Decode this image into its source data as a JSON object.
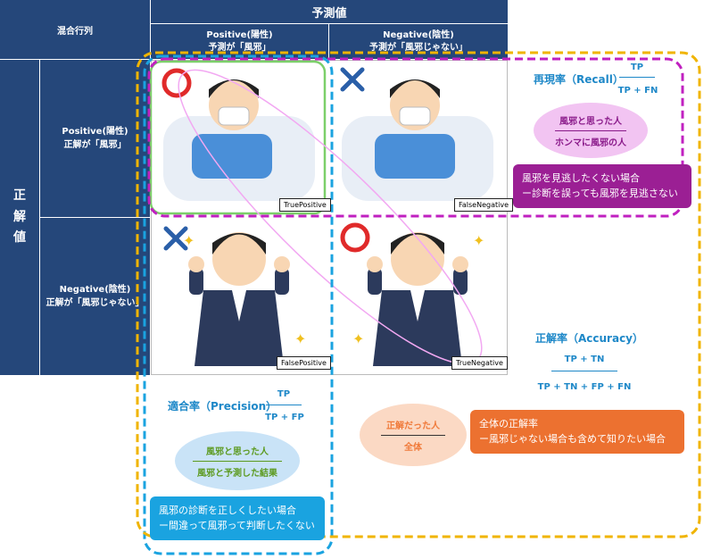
{
  "matrix": {
    "corner": "混合行列",
    "predicted_header": "予測値",
    "pred_positive": "Positive(陽性)",
    "pred_positive_sub": "予測が「風邪」",
    "pred_negative": "Negative(陰性)",
    "pred_negative_sub": "予測が「風邪じゃない」",
    "actual_header": "正\n解\n値",
    "actual_positive": "Positive(陽性)",
    "actual_positive_sub": "正解が「風邪」",
    "actual_negative": "Negative(陰性)",
    "actual_negative_sub": "正解が「風邪じゃない」",
    "cells": {
      "tp_label": "TruePositive",
      "fn_label": "FalseNegative",
      "fp_label": "FalsePositive",
      "tn_label": "TrueNegative"
    }
  },
  "recall": {
    "title": "再現率（Recall）",
    "num": "TP",
    "den": "TP + FN",
    "bubble_top": "風邪と思った人",
    "bubble_bottom": "ホンマに風邪の人",
    "note1": "風邪を見逃したくない場合",
    "note2": "ー診断を誤っても風邪を見逃さない"
  },
  "precision": {
    "title": "適合率（Precision）",
    "num": "TP",
    "den": "TP + FP",
    "bubble_top": "風邪と思った人",
    "bubble_bottom": "風邪と予測した結果",
    "note1": "風邪の診断を正しくしたい場合",
    "note2": "ー間違って風邪って判断したくない"
  },
  "accuracy": {
    "title": "正解率（Accuracy）",
    "num": "TP + TN",
    "den": "TP + TN + FP + FN",
    "bubble_top": "正解だった人",
    "bubble_bottom": "全体",
    "note1": "全体の正解率",
    "note2": "ー風邪じゃない場合も含めて知りたい場合"
  },
  "colors": {
    "navy": "#25477a",
    "recall": "#c020c0",
    "precision": "#1aa3e0",
    "accuracy": "#f0b400",
    "tp_border": "#7ccf6a"
  }
}
